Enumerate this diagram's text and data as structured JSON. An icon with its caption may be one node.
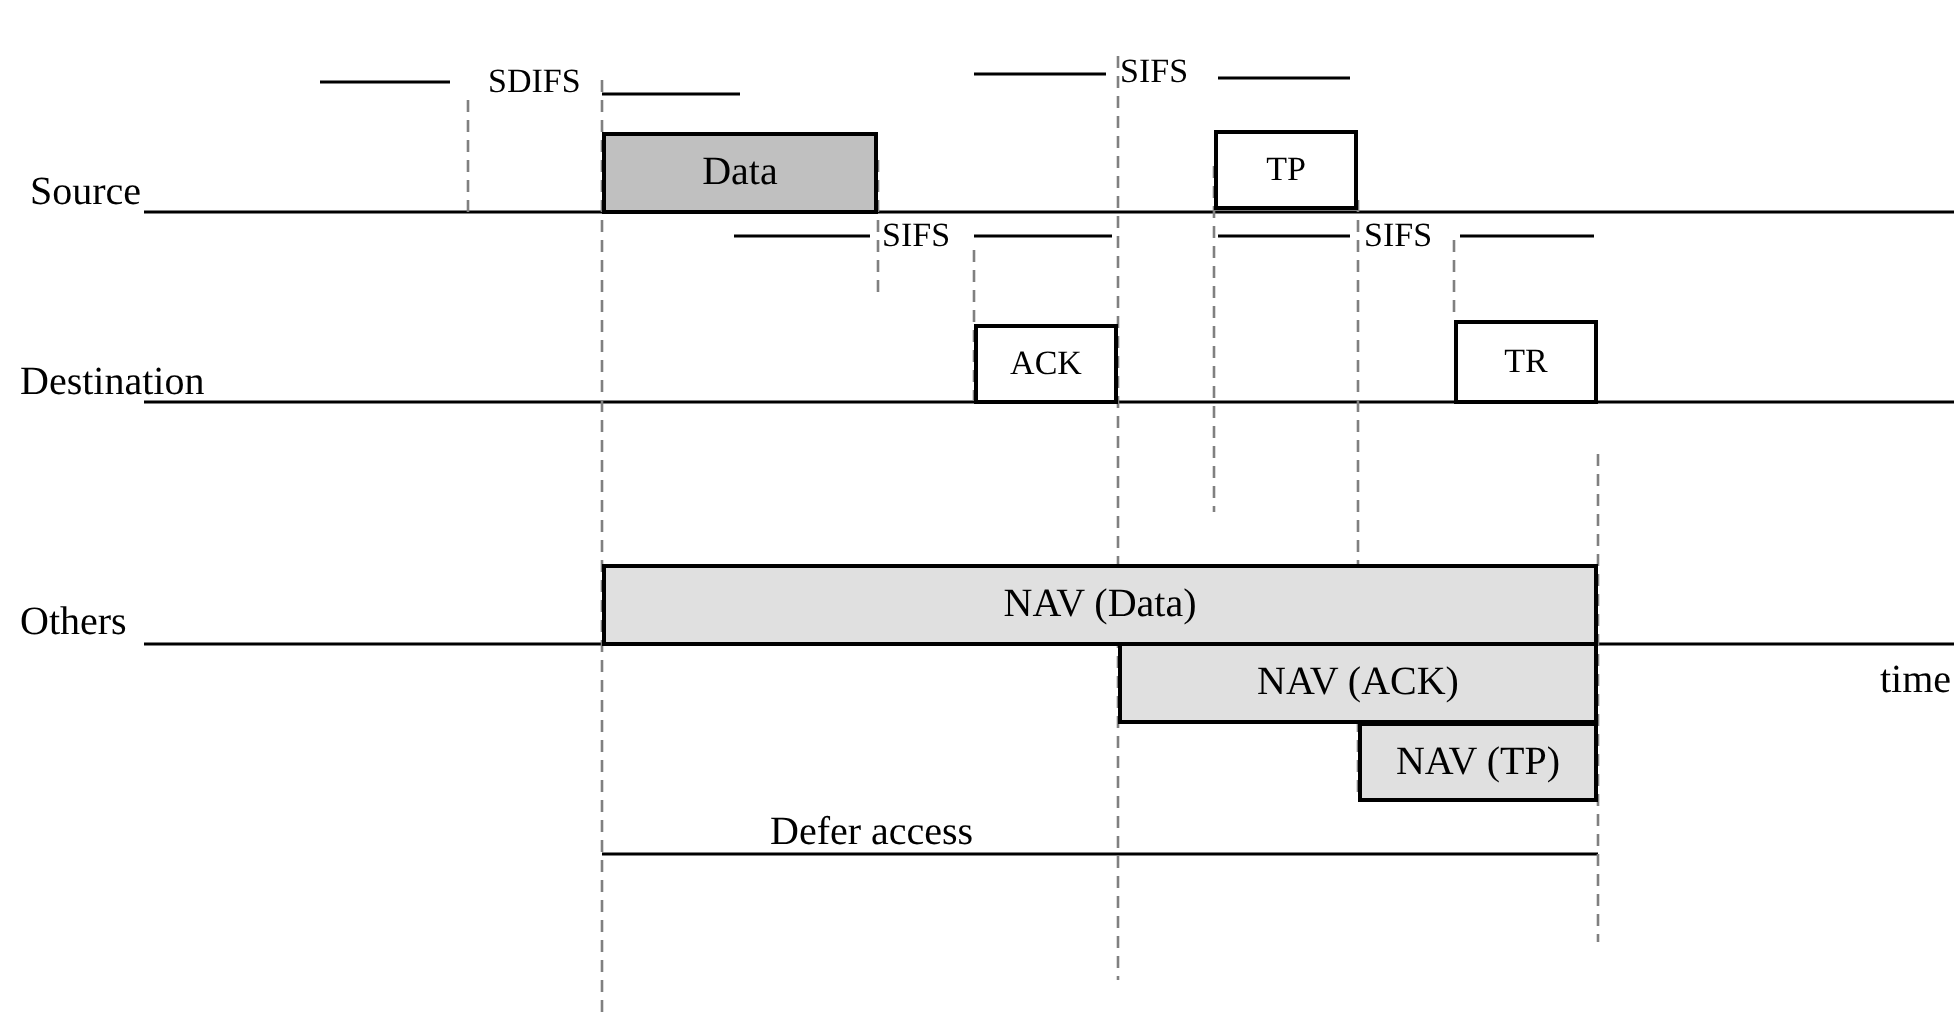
{
  "diagram": {
    "nodes": [
      {
        "text": [
          "Data"
        ]
      },
      {
        "text": [
          "TP"
        ]
      },
      {
        "text": [
          "ACK"
        ]
      },
      {
        "text": [
          "TR"
        ]
      },
      {
        "text": [
          "NAV (Data)"
        ]
      },
      {
        "text": [
          "NAV (ACK)"
        ]
      },
      {
        "text": [
          "NAV (TP)"
        ]
      }
    ],
    "labels": [
      "SDIFS",
      "SIFS",
      "Source",
      "SIFS",
      "SIFS",
      "Destination",
      "Others",
      "time",
      "Defer access"
    ]
  }
}
